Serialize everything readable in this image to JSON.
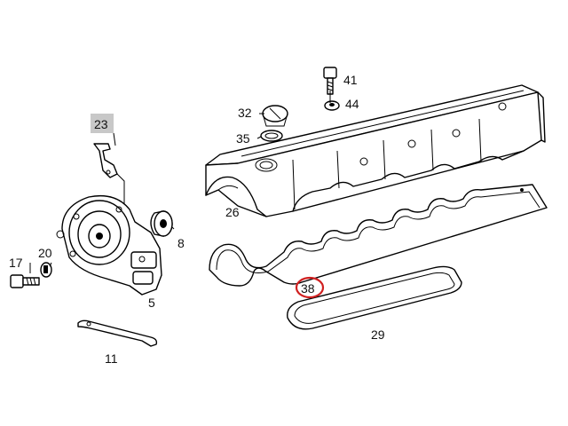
{
  "labels": {
    "p41": "41",
    "p44": "44",
    "p32": "32",
    "p35": "35",
    "p23": "23",
    "p26": "26",
    "p8": "8",
    "p17": "17",
    "p20": "20",
    "p5": "5",
    "p38": "38",
    "p29": "29",
    "p11": "11"
  },
  "highlight": {
    "boxed_label": "23",
    "circled_label": "38",
    "box_color": "#c8c8c8",
    "ring_color": "#d02020"
  }
}
